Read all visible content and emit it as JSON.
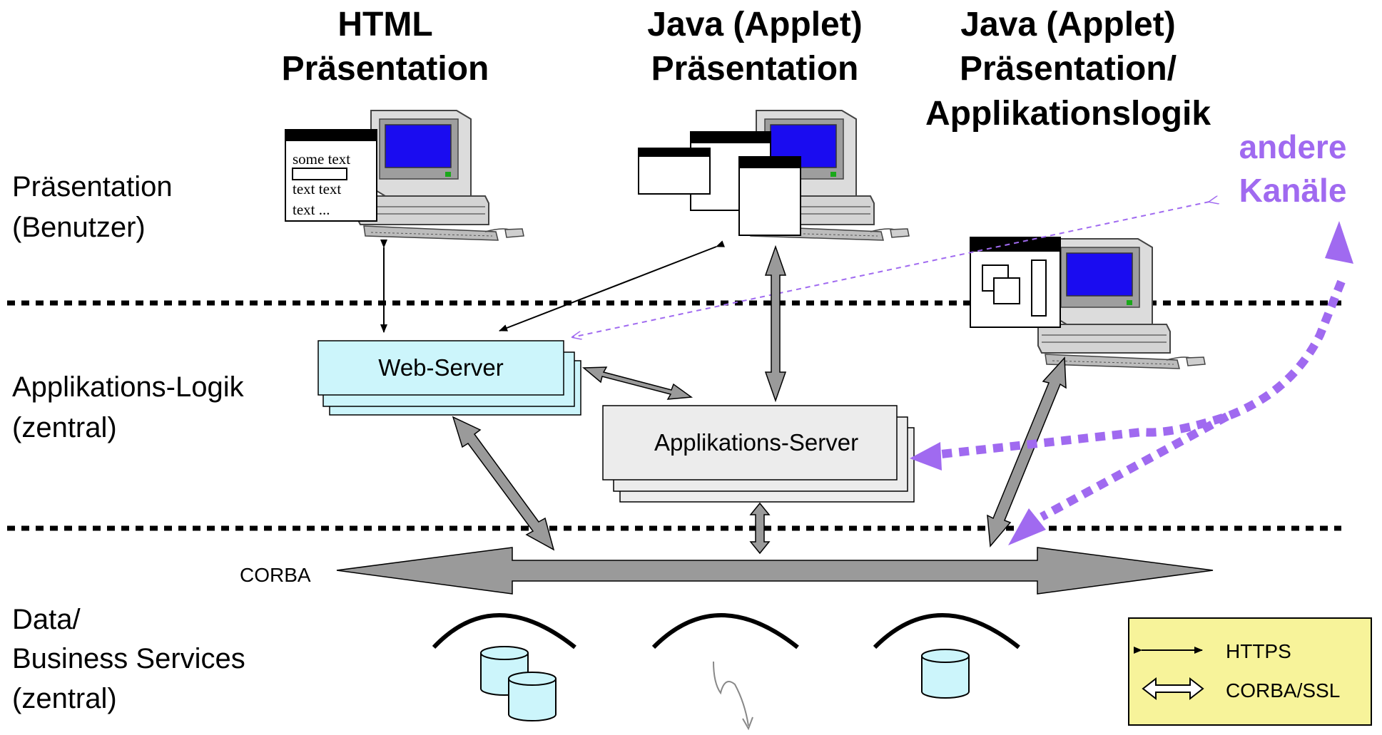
{
  "columns": [
    {
      "line1": "HTML",
      "line2": "Präsentation"
    },
    {
      "line1": "Java (Applet)",
      "line2": "Präsentation"
    },
    {
      "line1": "Java (Applet)",
      "line2": "Präsentation/",
      "line3": "Applikationslogik"
    }
  ],
  "other_channels": {
    "line1": "andere",
    "line2": "Kanäle"
  },
  "layers": [
    {
      "line1": "Präsentation",
      "line2": "(Benutzer)"
    },
    {
      "line1": "Applikations-Logik",
      "line2": "(zentral)"
    },
    {
      "line1": "Data/",
      "line2": "Business Services",
      "line3": "(zentral)"
    }
  ],
  "servers": {
    "web": "Web-Server",
    "app": "Applikations-Server"
  },
  "bus_label": "CORBA",
  "html_window_text": {
    "l1": "some text",
    "l2": "text text",
    "l3": "text ..."
  },
  "legend": {
    "https": "HTTPS",
    "corba_ssl": "CORBA/SSL"
  },
  "colors": {
    "server_web": "#ccf5fb",
    "server_app": "#ececec",
    "arrow_gray": "#9a9a9a",
    "purple": "#a06af0",
    "legend_bg": "#f7f39a",
    "screen_blue": "#1a0cf0",
    "db_fill": "#ccf5fb"
  }
}
